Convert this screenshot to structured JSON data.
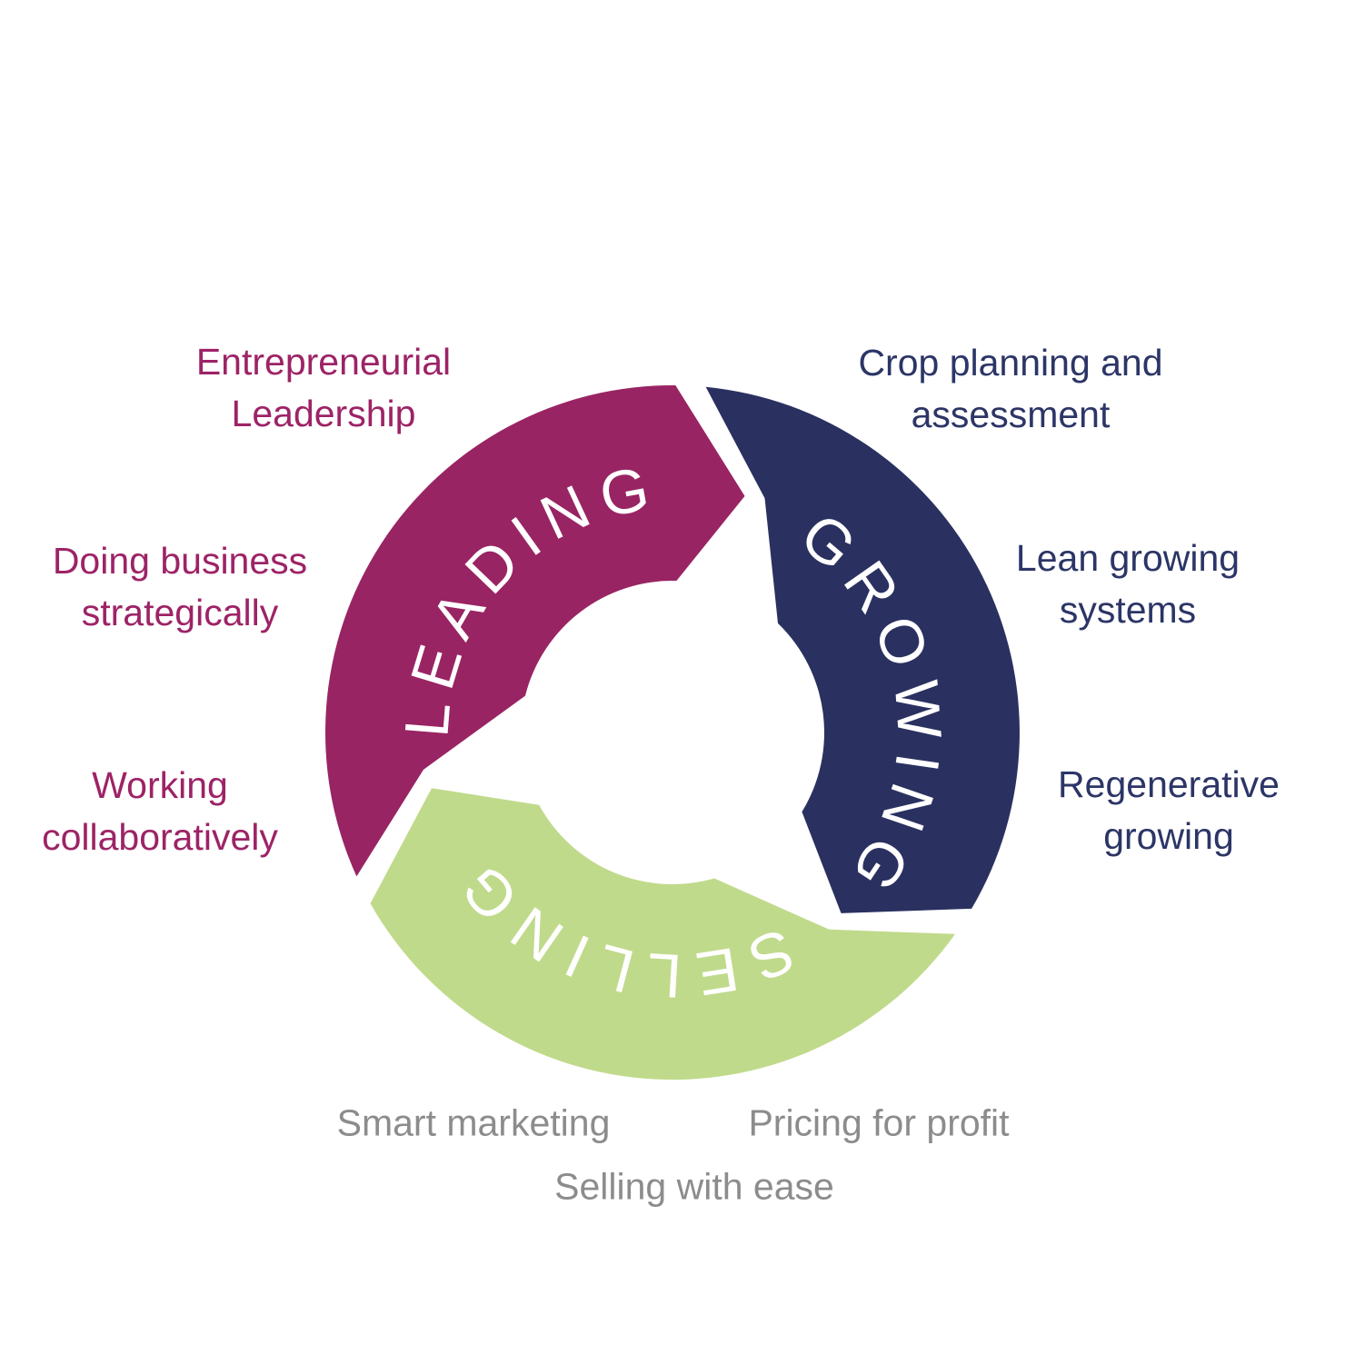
{
  "diagram": {
    "background_color": "#ffffff",
    "arc_word_color": "#ffffff",
    "segments": [
      {
        "id": "leading",
        "label": "LEADING",
        "color": "#992463",
        "label_text_color": "#9d2366"
      },
      {
        "id": "growing",
        "label": "GROWING",
        "color": "#2a3160",
        "label_text_color": "#2c3566"
      },
      {
        "id": "selling",
        "label": "SELLING",
        "color": "#c0da8b",
        "label_text_color": "#8c8c8c"
      }
    ],
    "labels": [
      {
        "segment": "leading",
        "lines": [
          "Entrepreneurial",
          "Leadership"
        ]
      },
      {
        "segment": "leading",
        "lines": [
          "Doing business",
          "strategically"
        ]
      },
      {
        "segment": "leading",
        "lines": [
          "Working",
          "collaboratively"
        ]
      },
      {
        "segment": "growing",
        "lines": [
          "Crop planning and",
          "assessment"
        ]
      },
      {
        "segment": "growing",
        "lines": [
          "Lean growing",
          "systems"
        ]
      },
      {
        "segment": "growing",
        "lines": [
          "Regenerative",
          "growing"
        ]
      },
      {
        "segment": "selling",
        "lines": [
          "Smart marketing"
        ]
      },
      {
        "segment": "selling",
        "lines": [
          "Pricing for profit"
        ]
      },
      {
        "segment": "selling",
        "lines": [
          "Selling with ease"
        ]
      }
    ]
  }
}
